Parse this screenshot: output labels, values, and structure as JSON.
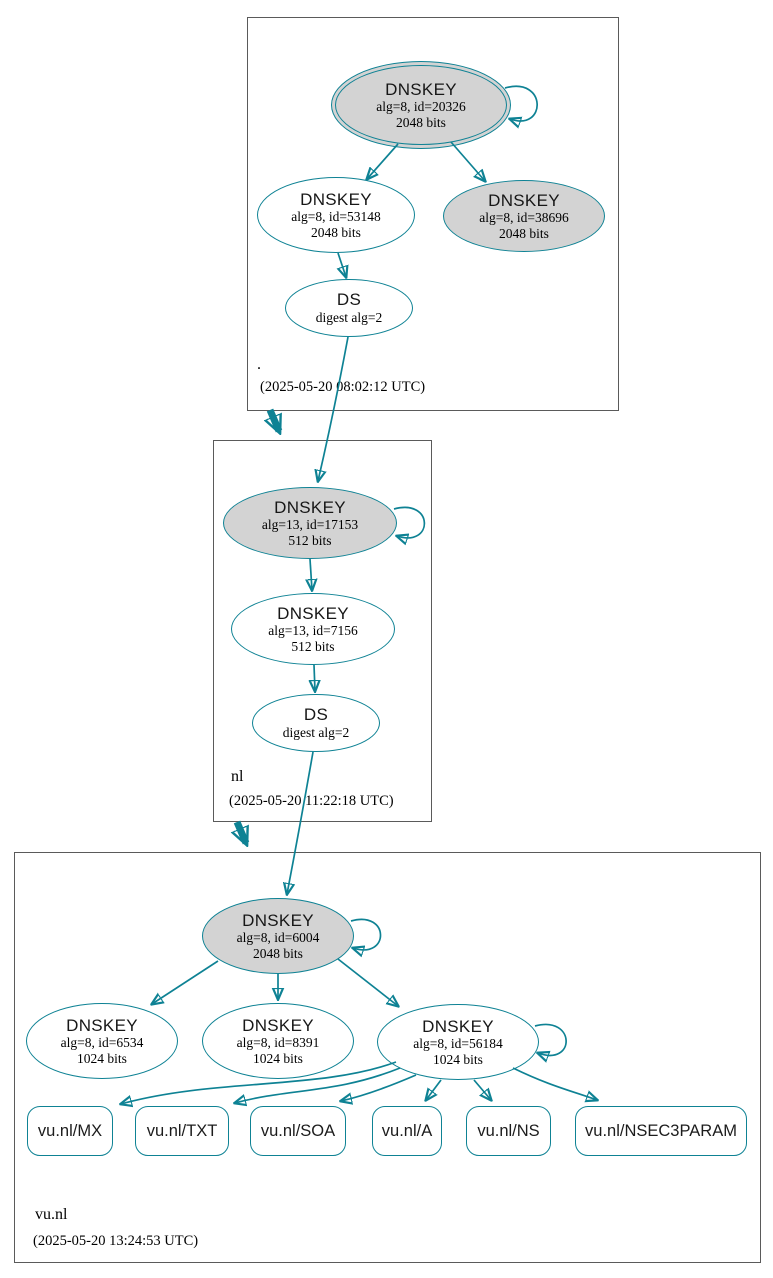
{
  "diagram": {
    "kind": "dnssec-authentication-chain",
    "colors": {
      "edge": "#0e8294",
      "ksk_fill": "#d3d3d3",
      "node_fill": "#ffffff",
      "box_border": "#5a5a5a",
      "text": "#000000"
    }
  },
  "zones": [
    {
      "name": ".",
      "timestamp": "(2025-05-20 08:02:12 UTC)",
      "nodes": [
        {
          "title": "DNSKEY",
          "line1": "alg=8, id=20326",
          "line2": "2048 bits"
        },
        {
          "title": "DNSKEY",
          "line1": "alg=8, id=53148",
          "line2": "2048 bits"
        },
        {
          "title": "DNSKEY",
          "line1": "alg=8, id=38696",
          "line2": "2048 bits"
        },
        {
          "title": "DS",
          "line1": "digest alg=2"
        }
      ]
    },
    {
      "name": "nl",
      "timestamp": "(2025-05-20 11:22:18 UTC)",
      "nodes": [
        {
          "title": "DNSKEY",
          "line1": "alg=13, id=17153",
          "line2": "512 bits"
        },
        {
          "title": "DNSKEY",
          "line1": "alg=13, id=7156",
          "line2": "512 bits"
        },
        {
          "title": "DS",
          "line1": "digest alg=2"
        }
      ]
    },
    {
      "name": "vu.nl",
      "timestamp": "(2025-05-20 13:24:53 UTC)",
      "nodes": [
        {
          "title": "DNSKEY",
          "line1": "alg=8, id=6004",
          "line2": "2048 bits"
        },
        {
          "title": "DNSKEY",
          "line1": "alg=8, id=6534",
          "line2": "1024 bits"
        },
        {
          "title": "DNSKEY",
          "line1": "alg=8, id=8391",
          "line2": "1024 bits"
        },
        {
          "title": "DNSKEY",
          "line1": "alg=8, id=56184",
          "line2": "1024 bits"
        }
      ],
      "rrsets": [
        {
          "label": "vu.nl/MX"
        },
        {
          "label": "vu.nl/TXT"
        },
        {
          "label": "vu.nl/SOA"
        },
        {
          "label": "vu.nl/A"
        },
        {
          "label": "vu.nl/NS"
        },
        {
          "label": "vu.nl/NSEC3PARAM"
        }
      ]
    }
  ]
}
